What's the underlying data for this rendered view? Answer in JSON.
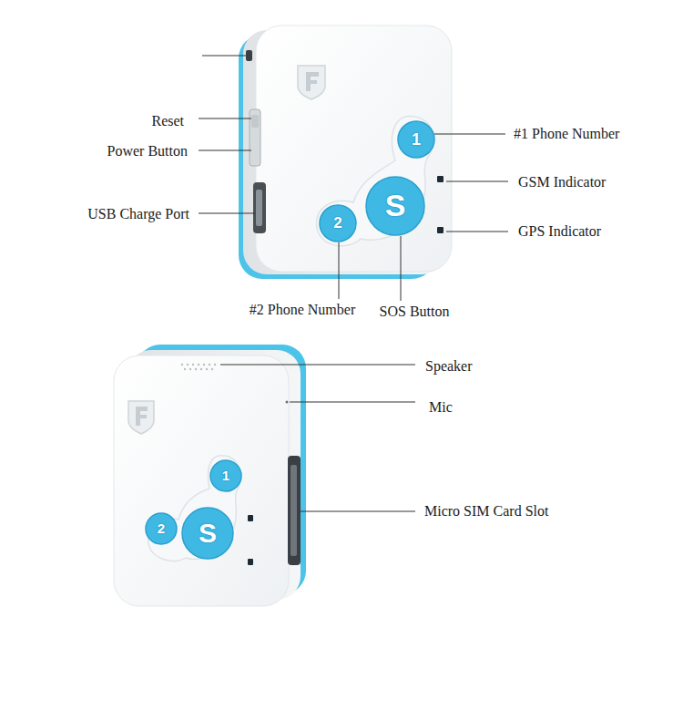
{
  "diagram": {
    "labels": [
      "Reset",
      "Power Button",
      "USB Charge Port",
      "#1 Phone Number",
      "GSM Indicator",
      "GPS Indicator",
      "#2 Phone Number",
      "SOS Button",
      "1",
      "S",
      "2",
      "Speaker",
      "Mic",
      "Micro SIM Card Slot",
      "1",
      "S",
      "2"
    ]
  }
}
